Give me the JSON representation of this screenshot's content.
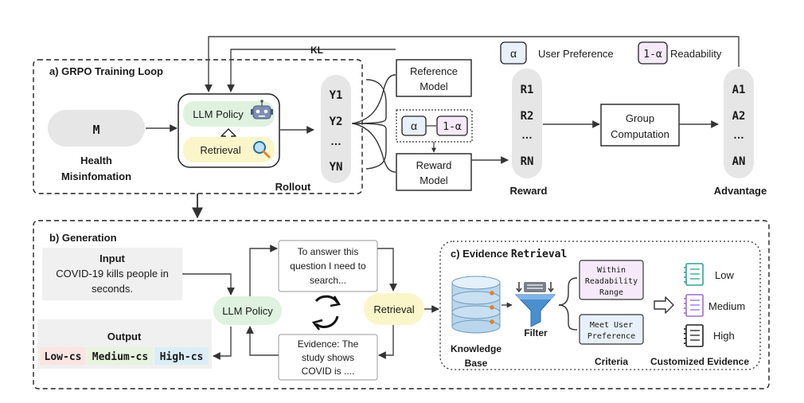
{
  "training": {
    "title": "a) GRPO Training Loop",
    "kl_label": "KL",
    "input_symbol": "M",
    "input_caption_line1": "Health",
    "input_caption_line2": "Misinfomation",
    "policy_label": "LLM Policy",
    "retrieval_label": "Retrieval",
    "rollout_label": "Rollout",
    "outputs": [
      "Y1",
      "Y2",
      "…",
      "YN"
    ],
    "reference_model_line1": "Reference",
    "reference_model_line2": "Model",
    "alpha_symbol": "α",
    "one_minus_alpha": "1-α",
    "reward_model_line1": "Reward",
    "reward_model_line2": "Model",
    "rewards": [
      "R1",
      "R2",
      "…",
      "RN"
    ],
    "reward_caption": "Reward",
    "group_line1": "Group",
    "group_line2": "Computation",
    "advantages": [
      "A1",
      "A2",
      "…",
      "AN"
    ],
    "advantage_caption": "Advantage",
    "legend": {
      "alpha_symbol": "α",
      "user_preference": "User Preference",
      "one_minus_alpha": "1-α",
      "readability": "Readability"
    }
  },
  "generation": {
    "title": "b) Generation",
    "input_title": "Input",
    "input_lines": [
      "COVID-19 kills people in",
      "seconds."
    ],
    "output_title": "Output",
    "output_low": "Low-cs",
    "output_medium": "Medium-cs",
    "output_high": "High-cs",
    "policy_label": "LLM Policy",
    "retrieval_label": "Retrieval",
    "think_lines": [
      "To answer this",
      "question I need to",
      "search..."
    ],
    "evidence_lines": [
      "Evidence: The",
      "study shows",
      "COVID is ...."
    ]
  },
  "evidence": {
    "title_prefix": "c) Evidence ",
    "title_mono": "Retrieval",
    "kb_line1": "Knowledge",
    "kb_line2": "Base",
    "filter_label": "Filter",
    "criteria1_lines": [
      "Within",
      "Readability",
      "Range"
    ],
    "criteria2_lines": [
      "Meet User",
      "Preference"
    ],
    "criteria_caption": "Criteria",
    "levels": [
      "Low",
      "Medium",
      "High"
    ],
    "customized_caption": "Customized Evidence"
  },
  "colors": {
    "alpha_fill": "#e8f1fb",
    "one_minus_alpha_fill": "#f6eafa",
    "policy_green": "#dff2df",
    "retrieval_yellow": "#fbf6c9",
    "pill_gray": "#e6e6e6",
    "db_blue": "#b9d6ec",
    "low_teal": "#2aa58f",
    "medium_purple": "#9a6cd6"
  }
}
